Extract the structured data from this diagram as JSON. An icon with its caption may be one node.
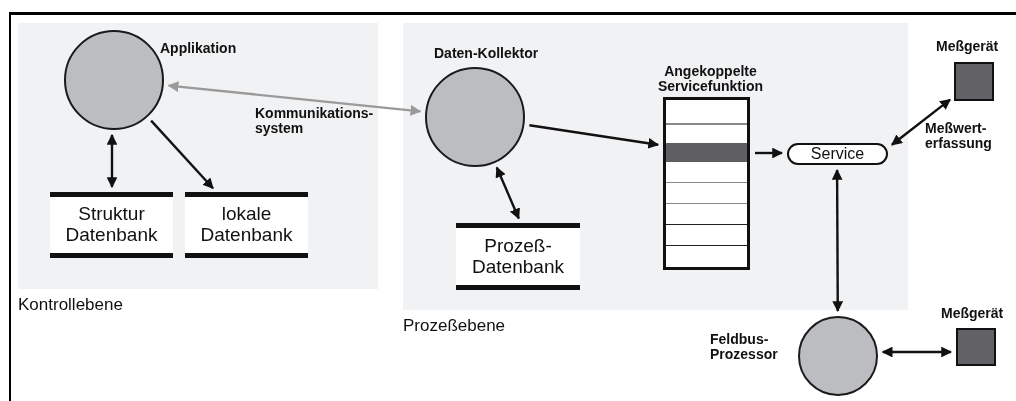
{
  "diagram": {
    "nodes": [
      {
        "text": [
          "Kontrollebene"
        ]
      },
      {
        "text": [
          "Applikation"
        ],
        "in": 0
      },
      {
        "text": [
          "Struktur Datenbank"
        ],
        "in": 0
      },
      {
        "text": [
          "lokale Datenbank"
        ],
        "in": 0
      },
      {
        "text": [
          "Prozeßebene"
        ]
      },
      {
        "text": [
          "Daten-Kollektor"
        ],
        "in": 4
      },
      {
        "text": [
          "Prozeß- Datenbank"
        ],
        "in": 4
      },
      {
        "text": [
          "Angekoppelte Servicefunktion"
        ],
        "in": 4
      },
      {
        "text": [
          "Service"
        ],
        "in": 4
      },
      {
        "text": [
          "Meßgerät"
        ]
      },
      {
        "text": [
          "Feldbus- Prozessor"
        ]
      },
      {
        "text": [
          "Meßgerät"
        ]
      }
    ],
    "edges": [
      {
        "from": 5,
        "to": 1,
        "arrow": "both",
        "label": "Kommunikations- system",
        "color": "#9a9a9a"
      },
      {
        "from": 1,
        "to": 2,
        "arrow": "both"
      },
      {
        "from": 1,
        "to": 3,
        "arrow": "to"
      },
      {
        "from": 6,
        "to": 5,
        "arrow": "both"
      },
      {
        "from": 5,
        "to": 7,
        "arrow": "to"
      },
      {
        "from": 7,
        "to": 8,
        "arrow": "to"
      },
      {
        "from": 8,
        "to": 9,
        "arrow": "both"
      },
      {
        "from": 8,
        "to": 10,
        "arrow": "both"
      },
      {
        "from": 10,
        "to": 11,
        "arrow": "both"
      }
    ],
    "labels": [
      "Meßwert- erfassung"
    ]
  }
}
